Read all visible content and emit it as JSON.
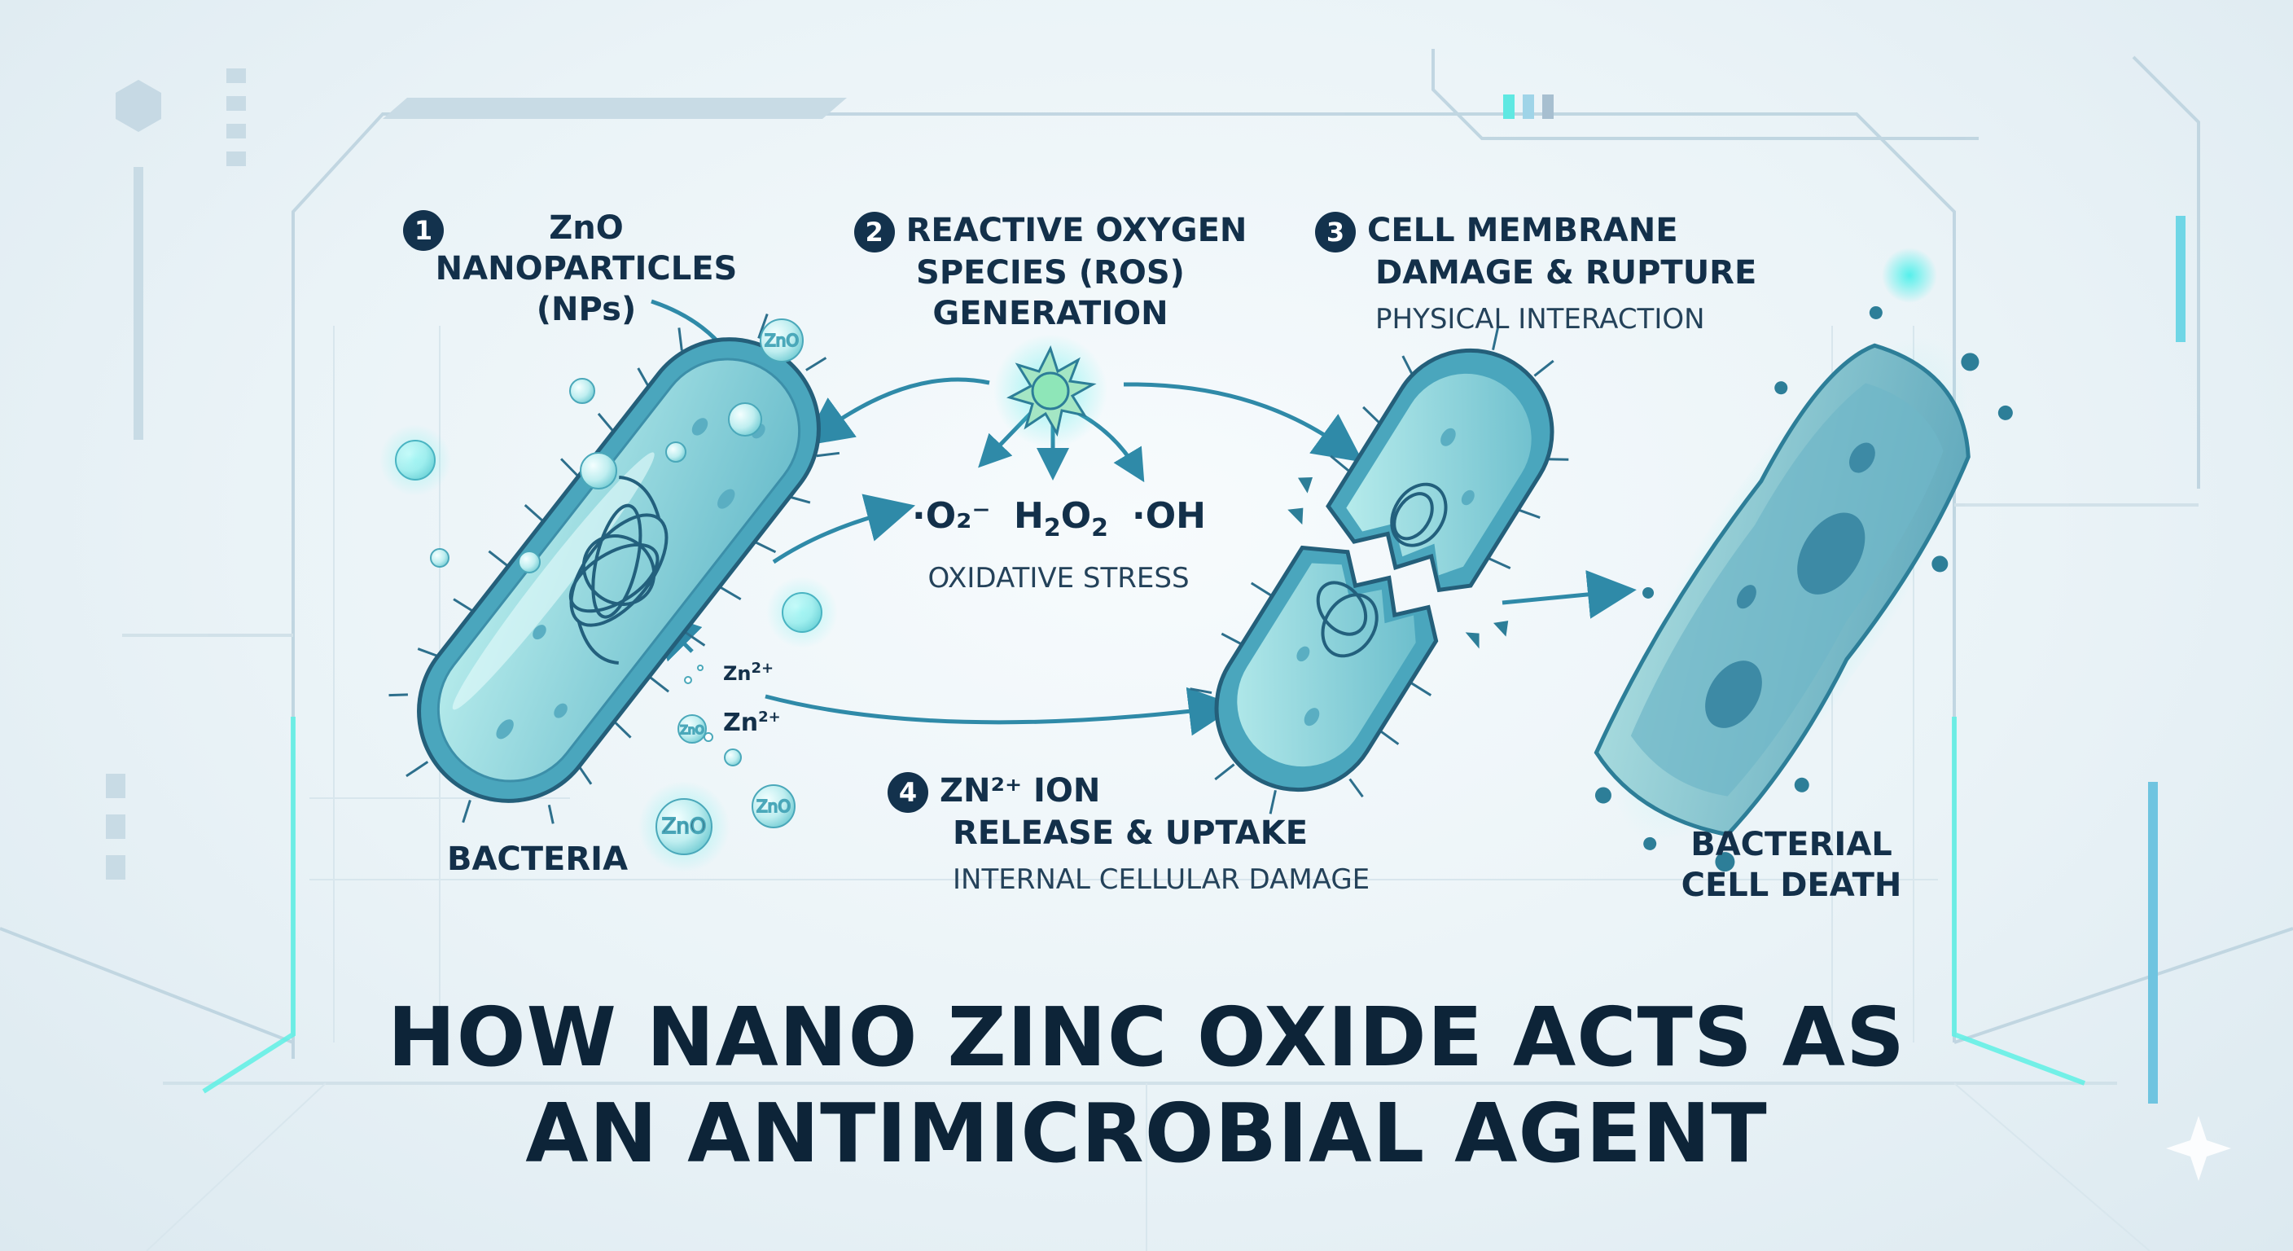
{
  "title": {
    "line1": "HOW NANO ZINC OXIDE ACTS AS",
    "line2": "AN ANTIMICROBIAL AGENT"
  },
  "steps": [
    {
      "number": "1",
      "title": [
        "ZnO",
        "NANOPARTICLES",
        "(NPs)"
      ]
    },
    {
      "number": "2",
      "title": [
        "REACTIVE OXYGEN",
        "SPECIES (ROS)",
        "GENERATION"
      ]
    },
    {
      "number": "3",
      "title": [
        "CELL MEMBRANE",
        "DAMAGE & RUPTURE"
      ],
      "subtitle": "PHYSICAL INTERACTION"
    },
    {
      "number": "4",
      "title": [
        "ZN²⁺ ION",
        "RELEASE & UPTAKE"
      ],
      "subtitle": "INTERNAL CELLULAR DAMAGE"
    }
  ],
  "ros": {
    "superoxide": "·O₂⁻",
    "peroxide_base": "H",
    "peroxide_sub1": "2",
    "peroxide_mid": "O",
    "peroxide_sub2": "2",
    "hydroxyl": "·OH",
    "stress_label": "OXIDATIVE STRESS"
  },
  "labels": {
    "bacteria": "BACTERIA",
    "death_line1": "BACTERIAL",
    "death_line2": "CELL DEATH"
  },
  "particles": {
    "zno_label": "ZnO",
    "zn_ion_small": "Zn",
    "zn_ion_large": "Zn",
    "ion_charge": "2+"
  },
  "colors": {
    "accent": "#2e8fae",
    "bacteria_fill": "#8fd3d8",
    "bacteria_stroke": "#2d7e98",
    "title": "#0d2438",
    "glow": "#3fe3e0"
  }
}
